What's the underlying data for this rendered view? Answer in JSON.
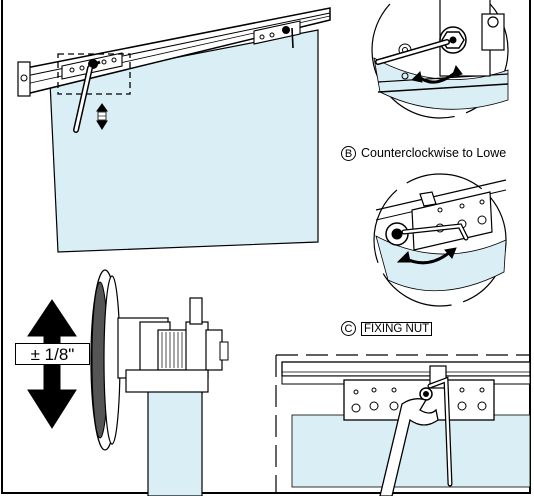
{
  "labels": {
    "b_letter": "B",
    "b_text": "Counterclockwise to Lowe",
    "c_letter": "C",
    "c_text": "FIXING NUT",
    "tolerance": "± 1/8\""
  },
  "colors": {
    "glass": "#d9eef5",
    "line": "#000000"
  }
}
